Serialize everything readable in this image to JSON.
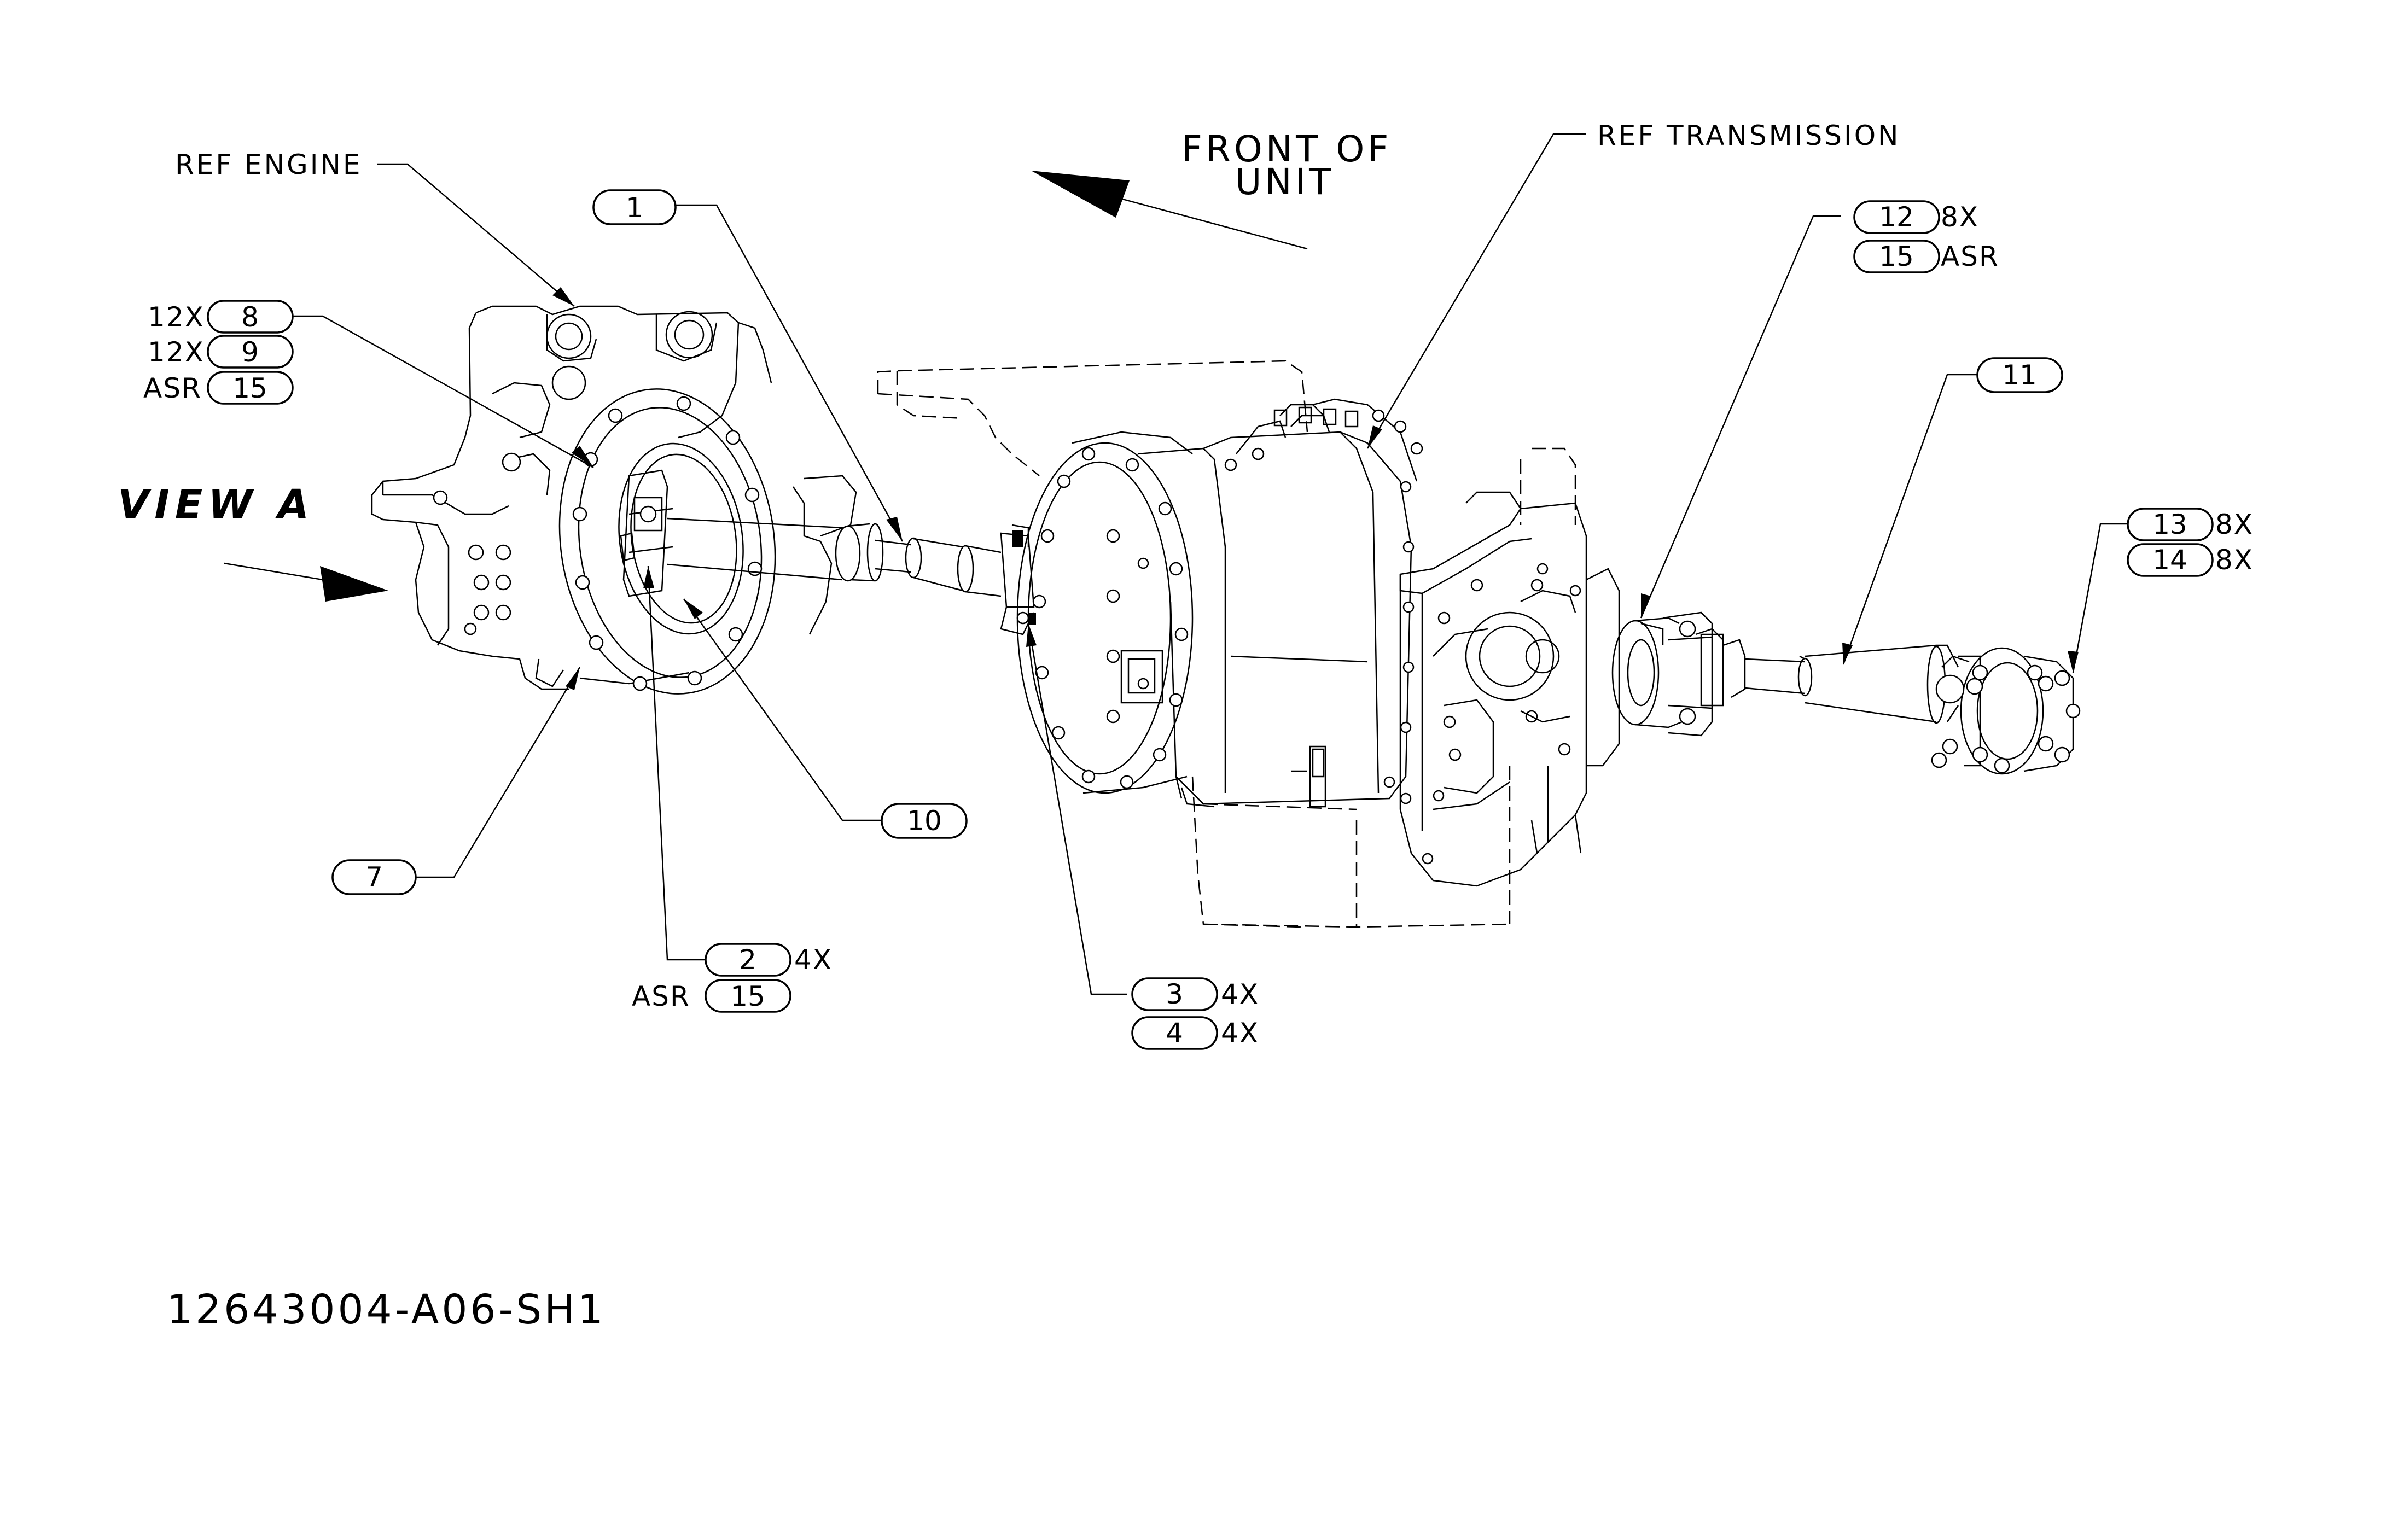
{
  "drawing_number": "12643004-A06-SH1",
  "view_label": "VIEW A",
  "references": {
    "engine": "REF ENGINE",
    "transmission": "REF TRANSMISSION",
    "front_line1": "FRONT OF",
    "front_line2": "UNIT"
  },
  "callouts": [
    {
      "id": "1",
      "prefix": "",
      "suffix": ""
    },
    {
      "id": "8",
      "prefix": "12X",
      "suffix": ""
    },
    {
      "id": "9",
      "prefix": "12X",
      "suffix": ""
    },
    {
      "id": "15",
      "prefix": "ASR",
      "suffix": ""
    },
    {
      "id": "12",
      "prefix": "",
      "suffix": "8X"
    },
    {
      "id": "15",
      "prefix": "",
      "suffix": "ASR"
    },
    {
      "id": "11",
      "prefix": "",
      "suffix": ""
    },
    {
      "id": "13",
      "prefix": "",
      "suffix": "8X"
    },
    {
      "id": "14",
      "prefix": "",
      "suffix": "8X"
    },
    {
      "id": "10",
      "prefix": "",
      "suffix": ""
    },
    {
      "id": "7",
      "prefix": "",
      "suffix": ""
    },
    {
      "id": "2",
      "prefix": "",
      "suffix": "4X"
    },
    {
      "id": "15",
      "prefix": "ASR",
      "suffix": ""
    },
    {
      "id": "3",
      "prefix": "",
      "suffix": "4X"
    },
    {
      "id": "4",
      "prefix": "",
      "suffix": "4X"
    }
  ],
  "colors": {
    "ink": "#000000",
    "paper": "#ffffff"
  }
}
